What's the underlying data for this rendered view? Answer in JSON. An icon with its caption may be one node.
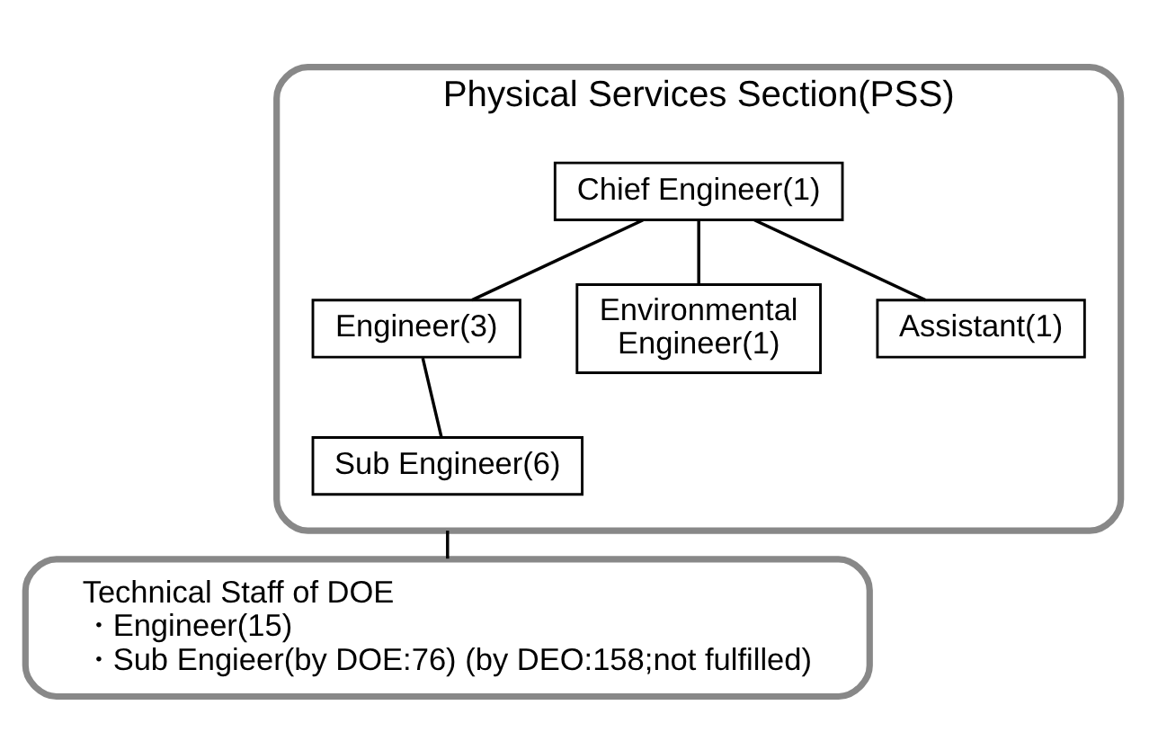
{
  "diagram": {
    "nodes": [
      {
        "text": [
          "Physical Services Section(PSS)"
        ]
      },
      {
        "text": [
          "Chief Engineer(1)"
        ],
        "in": 0
      },
      {
        "text": [
          "Engineer(3)"
        ],
        "in": 0
      },
      {
        "text": [
          "Environmental Engineer(1)"
        ],
        "in": 0
      },
      {
        "text": [
          "Assistant(1)"
        ],
        "in": 0
      },
      {
        "text": [
          "Sub Engineer(6)"
        ],
        "in": 0
      },
      {
        "text": [
          "Technical Staff of DOE",
          "・Engineer(15)",
          "・Sub Engieer(by DOE:76) (by DEO:158;not fulfilled)"
        ]
      }
    ],
    "edges": [
      {
        "from": 1,
        "to": 2,
        "arrow": "none"
      },
      {
        "from": 1,
        "to": 3,
        "arrow": "none"
      },
      {
        "from": 1,
        "to": 4,
        "arrow": "none"
      },
      {
        "from": 2,
        "to": 5,
        "arrow": "none"
      },
      {
        "from": 0,
        "to": 6,
        "arrow": "none"
      }
    ]
  }
}
